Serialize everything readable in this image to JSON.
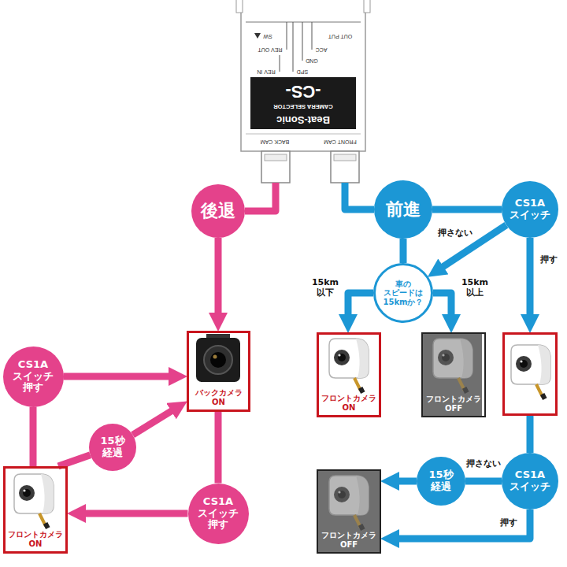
{
  "diagram": {
    "nodes": [
      {
        "text": [
          "Beat-Sonic",
          "CAMERA SELECTOR",
          "-CS-"
        ]
      },
      {
        "text": [
          "後退"
        ]
      },
      {
        "text": [
          "バックカメラ ON"
        ]
      },
      {
        "text": [
          "CS1A スイッチ 押す"
        ]
      },
      {
        "text": [
          "15秒 経過"
        ]
      },
      {
        "text": [
          "フロントカメラ ON"
        ]
      },
      {
        "text": [
          "CS1A スイッチ 押す"
        ]
      },
      {
        "text": [
          "前進"
        ]
      },
      {
        "text": [
          "CS1A スイッチ"
        ]
      },
      {
        "text": [
          "車の スピードは 15kmか？"
        ]
      },
      {
        "text": [
          "フロントカメラ ON"
        ]
      },
      {
        "text": [
          "フロントカメラ OFF"
        ]
      },
      {
        "text": []
      },
      {
        "text": [
          "CS1A スイッチ"
        ]
      },
      {
        "text": [
          "15秒 経過"
        ]
      },
      {
        "text": [
          "フロントカメラ OFF"
        ]
      }
    ],
    "edges": [
      {
        "from": 0,
        "to": 1,
        "arrow": "none"
      },
      {
        "from": 1,
        "to": 2,
        "arrow": "to"
      },
      {
        "from": 2,
        "to": 6,
        "arrow": "none"
      },
      {
        "from": 6,
        "to": 5,
        "arrow": "to"
      },
      {
        "from": 5,
        "to": 3,
        "arrow": "none"
      },
      {
        "from": 3,
        "to": 2,
        "arrow": "to"
      },
      {
        "from": 5,
        "to": 4,
        "arrow": "none"
      },
      {
        "from": 4,
        "to": 2,
        "arrow": "to"
      },
      {
        "from": 0,
        "to": 7,
        "arrow": "none"
      },
      {
        "from": 7,
        "to": 8,
        "arrow": "none"
      },
      {
        "from": 7,
        "to": 9,
        "arrow": "none"
      },
      {
        "from": 8,
        "to": 9,
        "arrow": "to",
        "label": "押さない"
      },
      {
        "from": 8,
        "to": 12,
        "arrow": "to",
        "label": "押す"
      },
      {
        "from": 9,
        "to": 10,
        "arrow": "to",
        "label": "15km 以下"
      },
      {
        "from": 9,
        "to": 11,
        "arrow": "to",
        "label": "15km 以上"
      },
      {
        "from": 12,
        "to": 13,
        "arrow": "none"
      },
      {
        "from": 13,
        "to": 14,
        "arrow": "none",
        "label": "押さない"
      },
      {
        "from": 14,
        "to": 15,
        "arrow": "to"
      },
      {
        "from": 13,
        "to": 15,
        "arrow": "to",
        "label": "押す"
      }
    ],
    "labels": [
      "OUT PUT",
      "ACC",
      "GND",
      "SPD",
      "REV OUT",
      "REV IN",
      "SW",
      "FRONT CAM",
      "BACK CAM"
    ]
  }
}
